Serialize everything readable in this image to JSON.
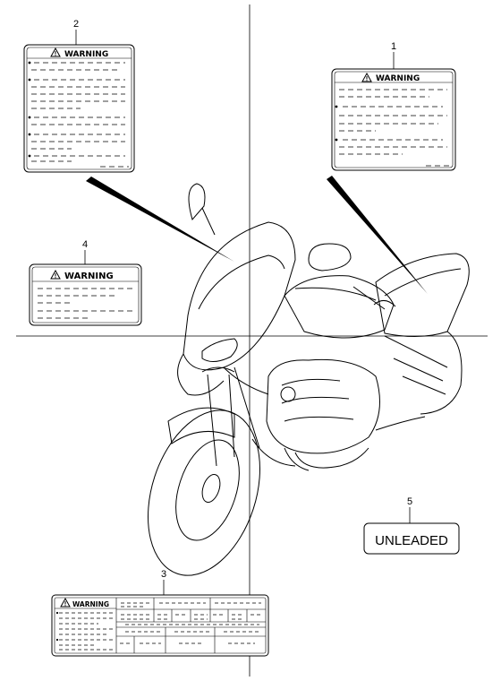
{
  "callouts": [
    "1",
    "2",
    "3",
    "4",
    "5"
  ],
  "labels": {
    "warning_title": "WARNING",
    "unleaded": "UNLEADED"
  },
  "icons": {
    "warning": "warning-triangle-icon",
    "bullet": "bullet-dot-icon"
  },
  "colors": {
    "line": "#000000",
    "background": "#ffffff"
  }
}
